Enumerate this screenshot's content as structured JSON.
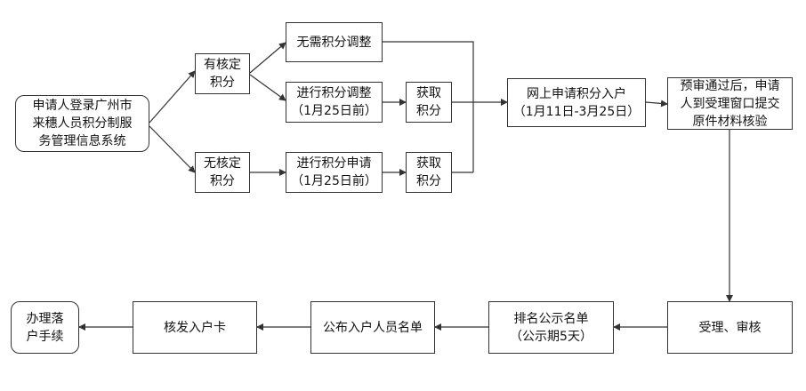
{
  "nodes": {
    "login": "申请人登录广州市\n来穗人员积分制服\n务管理信息系统",
    "has_score": "有核定\n积分",
    "no_score": "无核定\n积分",
    "no_adjust": "无需积分调整",
    "do_adjust": "进行积分调整\n（1月25日前）",
    "do_apply": "进行积分申请\n（1月25日前）",
    "get_score_1": "获取\n积分",
    "get_score_2": "获取\n积分",
    "online_apply": "网上申请积分入户\n（1月11日-3月25日）",
    "prereview": "预审通过后，申请\n人到受理窗口提交\n原件材料核验",
    "accept": "受理、审核",
    "rank": "排名公示名单\n（公示期5天）",
    "publish": "公布入户人员名单",
    "issue_card": "核发入户卡",
    "settle": "办理落\n户手续"
  },
  "colors": {
    "line": "#333333",
    "border": "#333333"
  }
}
